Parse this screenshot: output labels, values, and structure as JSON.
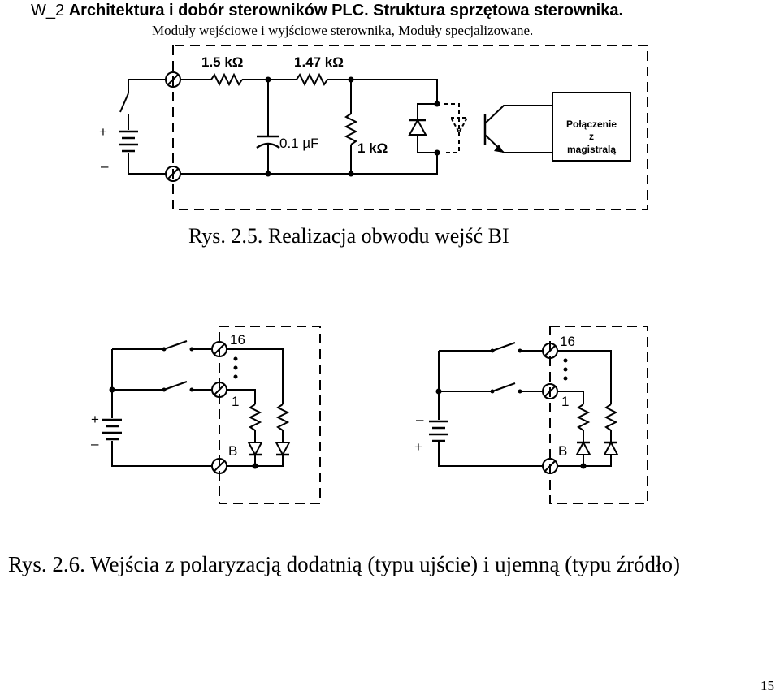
{
  "header": {
    "prefix": "W_2 ",
    "title": "Architektura i dobór sterowników PLC. Struktura sprzętowa sterownika.",
    "subtitle": "Moduły wejściowe i wyjściowe sterownika, Moduły specjalizowane."
  },
  "figure1": {
    "caption": "Rys. 2.5. Realizacja obwodu wejść BI",
    "resistor1": "1.5 kΩ",
    "resistor2": "1.47 kΩ",
    "capacitor": "0.1 µF",
    "resistor3": "1 kΩ",
    "plus": "+",
    "minus": "–",
    "bus_box": [
      "Połączenie",
      "z",
      "magistralą"
    ]
  },
  "figure2": {
    "caption": "Rys. 2.6. Wejścia z polaryzacją dodatnią (typu ujście) i ujemną (typu źródło)",
    "left": {
      "top_terminal": "16",
      "mid_terminal": "1",
      "common": "B",
      "top_sign": "+",
      "bottom_sign": "–"
    },
    "right": {
      "top_terminal": "16",
      "mid_terminal": "1",
      "common": "B",
      "top_sign": "–",
      "bottom_sign": "+"
    }
  },
  "page_number": "15"
}
